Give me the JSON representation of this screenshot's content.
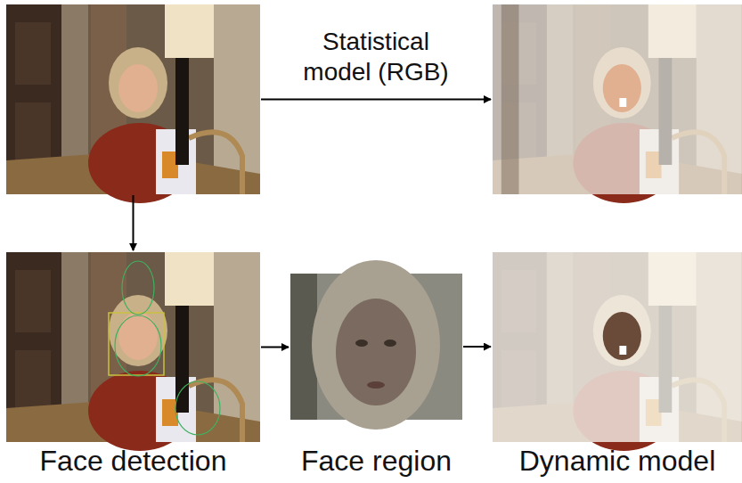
{
  "diagram": {
    "nodes": [
      {
        "text": []
      },
      {
        "text": []
      },
      {
        "text": [
          "Face detection"
        ]
      },
      {
        "text": [
          "Face region"
        ]
      },
      {
        "text": [
          "Dynamic model"
        ]
      }
    ],
    "edges": [
      {
        "from": 0,
        "to": 1,
        "label": "Statistical model (RGB)",
        "arrow": "to"
      },
      {
        "from": 0,
        "to": 2,
        "arrow": "to"
      },
      {
        "from": 2,
        "to": 3,
        "arrow": "to"
      },
      {
        "from": 3,
        "to": 4,
        "arrow": "to"
      }
    ]
  }
}
